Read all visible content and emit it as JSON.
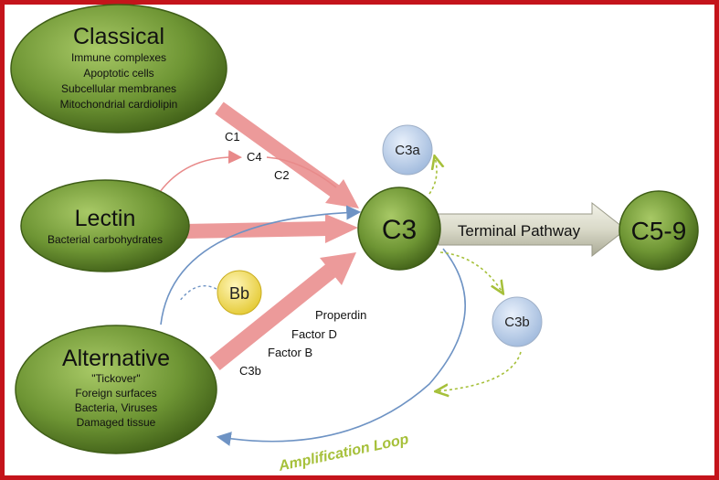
{
  "classical": {
    "title": "Classical",
    "items": [
      "Immune complexes",
      "Apoptotic cells",
      "Subcellular membranes",
      "Mitochondrial cardiolipin"
    ]
  },
  "lectin": {
    "title": "Lectin",
    "items": [
      "Bacterial carbohydrates"
    ]
  },
  "alternative": {
    "title": "Alternative",
    "items": [
      "\"Tickover\"",
      "Foreign surfaces",
      "Bacteria, Viruses",
      "Damaged tissue"
    ]
  },
  "lectin_path_labels": {
    "c1": "C1",
    "c4": "C4",
    "c2": "C2"
  },
  "alt_path_labels": [
    "Properdin",
    "Factor D",
    "Factor B",
    "C3b"
  ],
  "nodes": {
    "c3": "C3",
    "c3a": "C3a",
    "c3b": "C3b",
    "bb": "Bb",
    "c59": "C5-9"
  },
  "terminal_pathway": "Terminal Pathway",
  "amplification_loop": "Amplification Loop",
  "colors": {
    "border": "#c4141b",
    "green_dark": "#4a6e1f",
    "green_light": "#9cc05a",
    "arrow_pink": "#ec9a9a",
    "blue_line": "#6e93c4",
    "dashed_green": "#a6c03a",
    "c3a_fill": "#bcd0ea",
    "bb_fill": "#f2df62"
  }
}
